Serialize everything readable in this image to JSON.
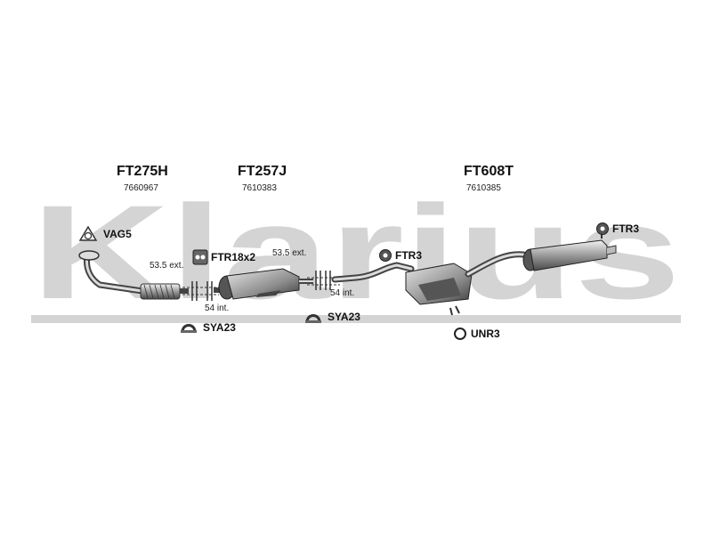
{
  "watermark": {
    "text": "Klarius",
    "color": "#d4d4d4"
  },
  "parts": [
    {
      "code": "FT275H",
      "number": "7660967"
    },
    {
      "code": "FT257J",
      "number": "7610383"
    },
    {
      "code": "FT608T",
      "number": "7610385"
    }
  ],
  "accessories": [
    {
      "label": "VAG5",
      "icon": "gasket-icon"
    },
    {
      "label": "FTR18x2",
      "icon": "rubber-mount-icon"
    },
    {
      "label": "FTR3",
      "icon": "rubber-hanger-icon"
    },
    {
      "label": "FTR3",
      "icon": "rubber-hanger-icon"
    },
    {
      "label": "SYA23",
      "icon": "clamp-icon"
    },
    {
      "label": "SYA23",
      "icon": "clamp-icon"
    },
    {
      "label": "UNR3",
      "icon": "ring-icon"
    }
  ],
  "dimensions": [
    {
      "label": "53.5 ext."
    },
    {
      "label": "54 int."
    },
    {
      "label": "53.5 ext."
    },
    {
      "label": "54 int."
    }
  ]
}
